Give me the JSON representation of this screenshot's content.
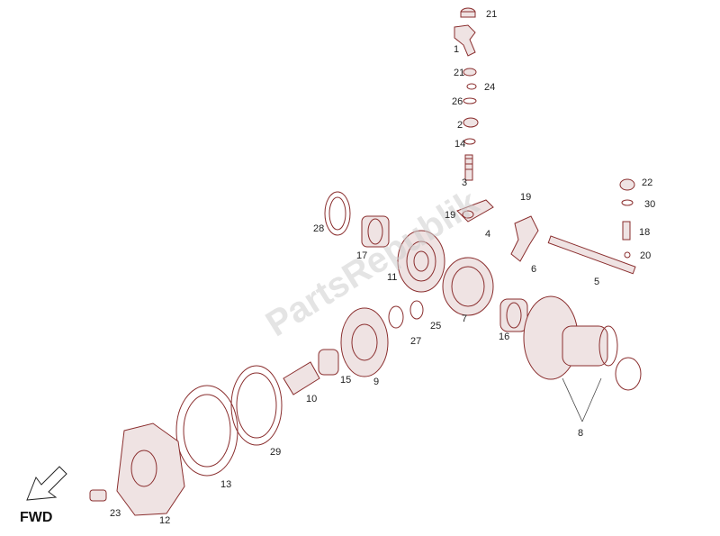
{
  "watermark": "PartsRepublik",
  "direction_label": "FWD",
  "callouts": [
    "21",
    "1",
    "21",
    "24",
    "26",
    "2",
    "14",
    "3",
    "22",
    "30",
    "19",
    "19",
    "18",
    "20",
    "28",
    "4",
    "17",
    "11",
    "6",
    "5",
    "7",
    "25",
    "27",
    "16",
    "9",
    "15",
    "10",
    "8",
    "29",
    "13",
    "23",
    "12"
  ],
  "colors": {
    "part_stroke": "#8a2e2e",
    "text": "#222222"
  }
}
